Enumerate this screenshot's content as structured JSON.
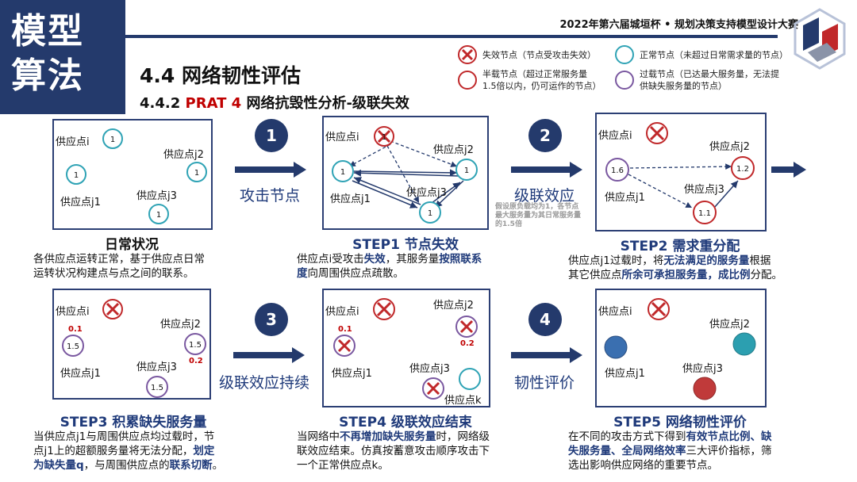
{
  "header": {
    "corner_line1": "模型",
    "corner_line2": "算法",
    "contest": "2022年第六届城垣杯 • 规划决策支持模型设计大赛",
    "section_title": "4.4 网络韧性评估",
    "subtitle_prefix": "4.4.2 ",
    "subtitle_red": "PRAT 4",
    "subtitle_rest": " 网络抗毁性分析-级联失效"
  },
  "legend": {
    "failed_line1": "失效节点（节点受攻击失效）",
    "normal_line1": "正常节点（未超过日常需求量的节点）",
    "half_line1": "半载节点（超过正常服务量",
    "half_line2": "1.5倍以内，仍可运作的节点）",
    "over_line1": "过载节点（已达最大服务量，无法提",
    "over_line2": "供缺失服务量的节点）"
  },
  "labels": {
    "i": "供应点i",
    "j1": "供应点j1",
    "j2": "供应点j2",
    "j3": "供应点j3",
    "k": "供应点k"
  },
  "values": {
    "one": "1",
    "one_six": "1.6",
    "one_two": "1.2",
    "one_one": "1.1",
    "one_five": "1.5",
    "zero_one": "0.1",
    "zero_two": "0.2"
  },
  "arrows": {
    "n1": "1",
    "l1": "攻击节点",
    "n2": "2",
    "l2": "级联效应",
    "n3": "3",
    "l3": "级联效应持续",
    "n4": "4",
    "l4": "韧性评价",
    "note_line1": "假设原负载均为1，各节点",
    "note_line2": "最大服务量为其日常服务量",
    "note_line3": "的1.5倍"
  },
  "steps": {
    "s0_title": "日常状况",
    "s0_l1": "各供应点运转正常，基于供应点日常",
    "s0_l2": "运转状况构建点与点之间的联系。",
    "s1_title": "STEP1 节点失效",
    "s1_a": "供应点i受攻击",
    "s1_b": "失效",
    "s1_c": "，其服务量",
    "s1_d": "按照联系",
    "s1_e": "度",
    "s1_f": "向周围供应点疏散。",
    "s2_title": "STEP2 需求重分配",
    "s2_a": "供应点j1过载时，将",
    "s2_b": "无法满足的服务量",
    "s2_c": "根据",
    "s2_d": "其它供应点",
    "s2_e": "所余可承担服务量，成比例",
    "s2_f": "分配。",
    "s3_title": "STEP3 积累缺失服务量",
    "s3_a": "当供应点j1与周围供应点均过载时，节",
    "s3_b": "点j1上的超额服务量将无法分配，",
    "s3_c": "划定",
    "s3_d": "为缺失量q",
    "s3_e": "，与周围供应点的",
    "s3_f": "联系切断",
    "s3_g": "。",
    "s4_title": "STEP4 级联效应结束",
    "s4_a": "当网络中",
    "s4_b": "不再增加缺失服务量",
    "s4_c": "时，网络级",
    "s4_d": "联效应结束。仿真按蓄意攻击顺序攻击下",
    "s4_e": "一个正常供应点k。",
    "s5_title": "STEP5 网络韧性评价",
    "s5_a": "在不同的攻击方式下得到",
    "s5_b": "有效节点比例、缺",
    "s5_c": "失服务量、全局网络效率",
    "s5_d": "三大评价指标，筛",
    "s5_e": "选出影响供应网络的重要节点。"
  },
  "colors": {
    "navy": "#243a6c",
    "teal": "#2fa3b5",
    "red": "#c0282a",
    "purple": "#7a58a0",
    "blue_fill": "#3a6fb0",
    "teal_fill": "#2c9fb0",
    "red_fill": "#c03a3a"
  }
}
